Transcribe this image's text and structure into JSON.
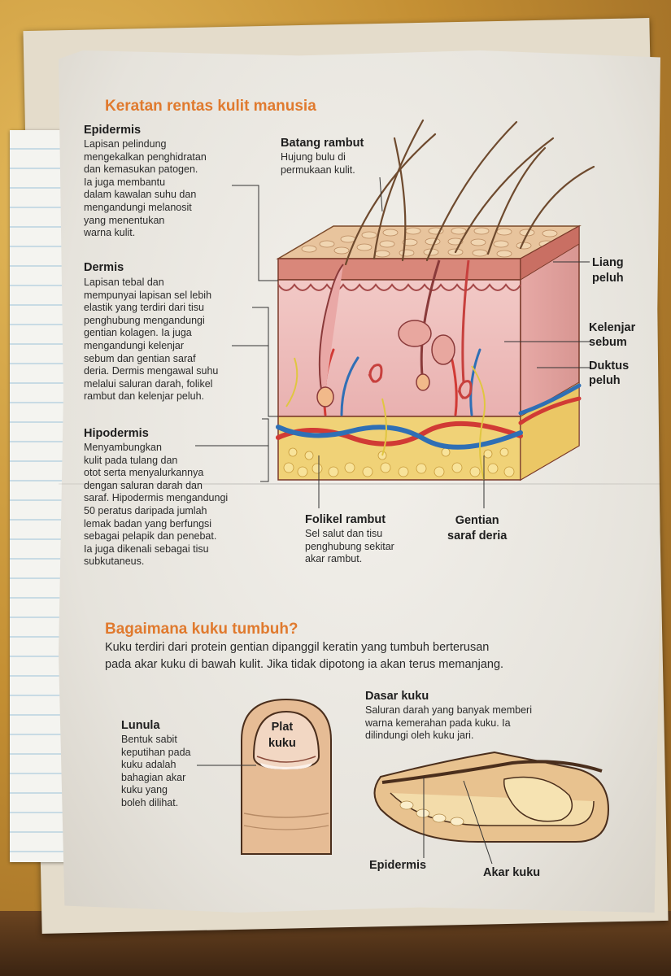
{
  "skin_section": {
    "title": "Keratan rentas kulit manusia",
    "epidermis": {
      "label": "Epidermis",
      "text": "Lapisan pelindung\nmengekalkan penghidratan\ndan kemasukan patogen.\nIa juga membantu\ndalam kawalan suhu dan\nmengandungi melanosit\nyang menentukan\nwarna kulit."
    },
    "dermis": {
      "label": "Dermis",
      "text": "Lapisan tebal dan\nmempunyai lapisan sel lebih\nelastik yang terdiri dari tisu\npenghubung mengandungi\ngentian kolagen. Ia juga\nmengandungi kelenjar\nsebum dan gentian saraf\nderia. Dermis mengawal suhu\nmelalui saluran darah, folikel\nrambut dan kelenjar peluh."
    },
    "hipodermis": {
      "label": "Hipodermis",
      "text": "Menyambungkan\nkulit pada tulang dan\notot serta menyalurkannya\ndengan saluran darah dan\nsaraf. Hipodermis mengandungi\n50 peratus daripada jumlah\nlemak badan yang berfungsi\nsebagai pelapik dan penebat.\nIa juga dikenali sebagai tisu\nsubkutaneus."
    },
    "batang_rambut": {
      "label": "Batang rambut",
      "text": "Hujung bulu di\npermukaan kulit."
    },
    "liang_peluh": "Liang\npeluh",
    "kelenjar_sebum": "Kelenjar\nsebum",
    "duktus_peluh": "Duktus\npeluh",
    "folikel_rambut": {
      "label": "Folikel rambut",
      "text": "Sel salut dan tisu\npenghubung sekitar\nakar rambut."
    },
    "gentian_saraf": "Gentian\nsaraf deria"
  },
  "nail_section": {
    "title": "Bagaimana kuku tumbuh?",
    "intro": "Kuku terdiri dari protein gentian dipanggil keratin yang tumbuh berterusan\npada akar kuku di bawah kulit. Jika tidak dipotong ia akan terus memanjang.",
    "lunula": {
      "label": "Lunula",
      "text": "Bentuk sabit\nkeputihan pada\nkuku adalah\nbahagian akar\nkuku yang\nboleh dilihat."
    },
    "plat_kuku": "Plat\nkuku",
    "dasar_kuku": {
      "label": "Dasar kuku",
      "text": "Saluran darah yang banyak memberi\nwarna kemerahan pada kuku. Ia\ndilindungi oleh kuku jari."
    },
    "epidermis": "Epidermis",
    "akar_kuku": "Akar kuku"
  },
  "colors": {
    "accent": "#e07a2e",
    "skin": "#d9a27c",
    "dermis": "#e9b5b5",
    "fat": "#f2d36a",
    "artery": "#d13a35",
    "vein": "#2f6fb5"
  }
}
